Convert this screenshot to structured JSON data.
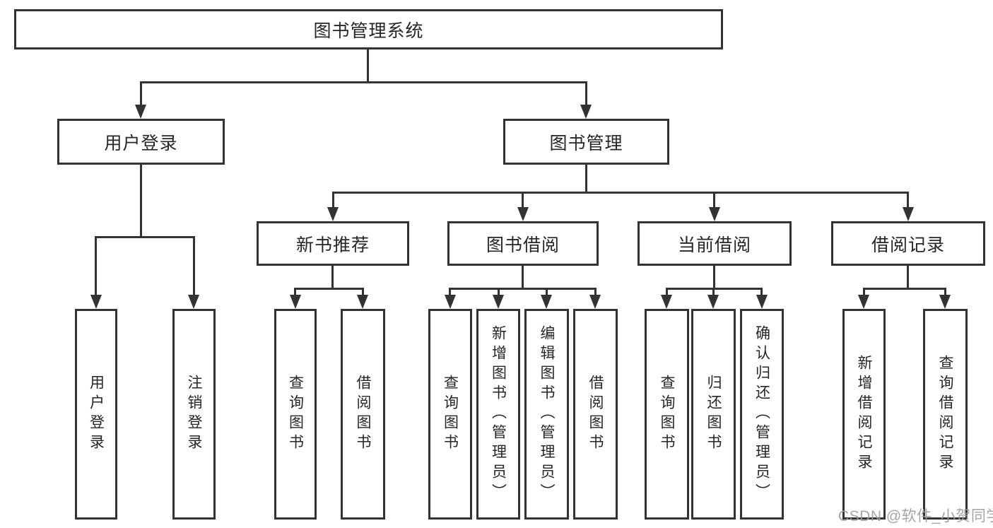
{
  "colors": {
    "line": "#333333",
    "box-bg": "#ffffff",
    "text": "#262626",
    "watermark": "#9c9c9c",
    "canvas-bg": "#ffffff"
  },
  "tree": {
    "root": {
      "label": "图书管理系统"
    },
    "branches": [
      {
        "label": "用户登录",
        "children": [
          "用户登录",
          "注销登录"
        ]
      },
      {
        "label": "图书管理",
        "children": [
          {
            "label": "新书推荐",
            "children": [
              "查询图书",
              "借阅图书"
            ]
          },
          {
            "label": "图书借阅",
            "children": [
              "查询图书",
              "新增图书（管理员）",
              "编辑图书（管理员）",
              "借阅图书"
            ]
          },
          {
            "label": "当前借阅",
            "children": [
              "查询图书",
              "归还图书",
              "确认归还（管理员）"
            ]
          },
          {
            "label": "借阅记录",
            "children": [
              "新增借阅记录",
              "查询借阅记录"
            ]
          }
        ]
      }
    ]
  },
  "watermark": {
    "text": "CSDN @软件_小贺同学"
  }
}
